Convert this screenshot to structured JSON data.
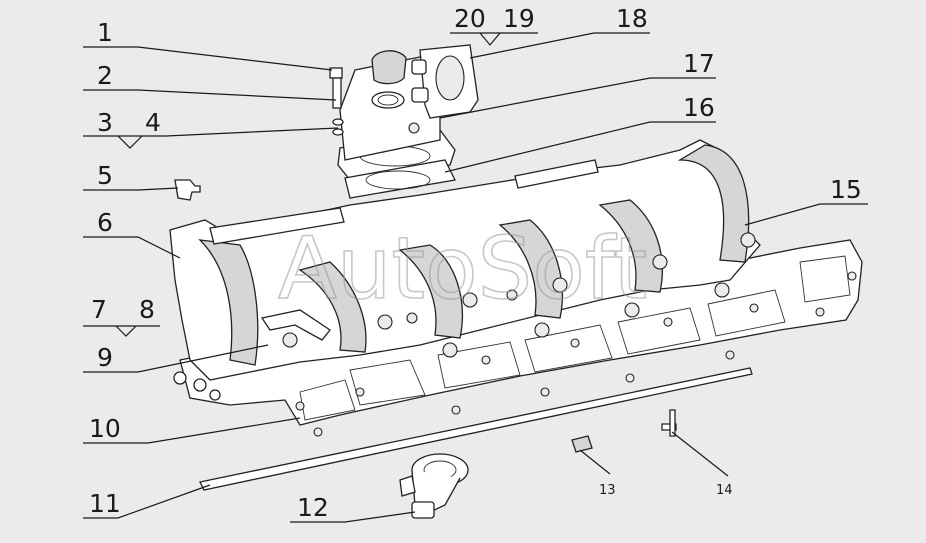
{
  "watermark": "AutoSoft",
  "callouts": [
    {
      "id": "1",
      "text": "1"
    },
    {
      "id": "2",
      "text": "2"
    },
    {
      "id": "3",
      "text": "3"
    },
    {
      "id": "4",
      "text": "4"
    },
    {
      "id": "5",
      "text": "5"
    },
    {
      "id": "6",
      "text": "6"
    },
    {
      "id": "7",
      "text": "7"
    },
    {
      "id": "8",
      "text": "8"
    },
    {
      "id": "9",
      "text": "9"
    },
    {
      "id": "10",
      "text": "10"
    },
    {
      "id": "11",
      "text": "11"
    },
    {
      "id": "12",
      "text": "12"
    },
    {
      "id": "13",
      "text": "13"
    },
    {
      "id": "14",
      "text": "14"
    },
    {
      "id": "15",
      "text": "15"
    },
    {
      "id": "16",
      "text": "16"
    },
    {
      "id": "17",
      "text": "17"
    },
    {
      "id": "18",
      "text": "18"
    },
    {
      "id": "19",
      "text": "19"
    },
    {
      "id": "20",
      "text": "20"
    }
  ]
}
